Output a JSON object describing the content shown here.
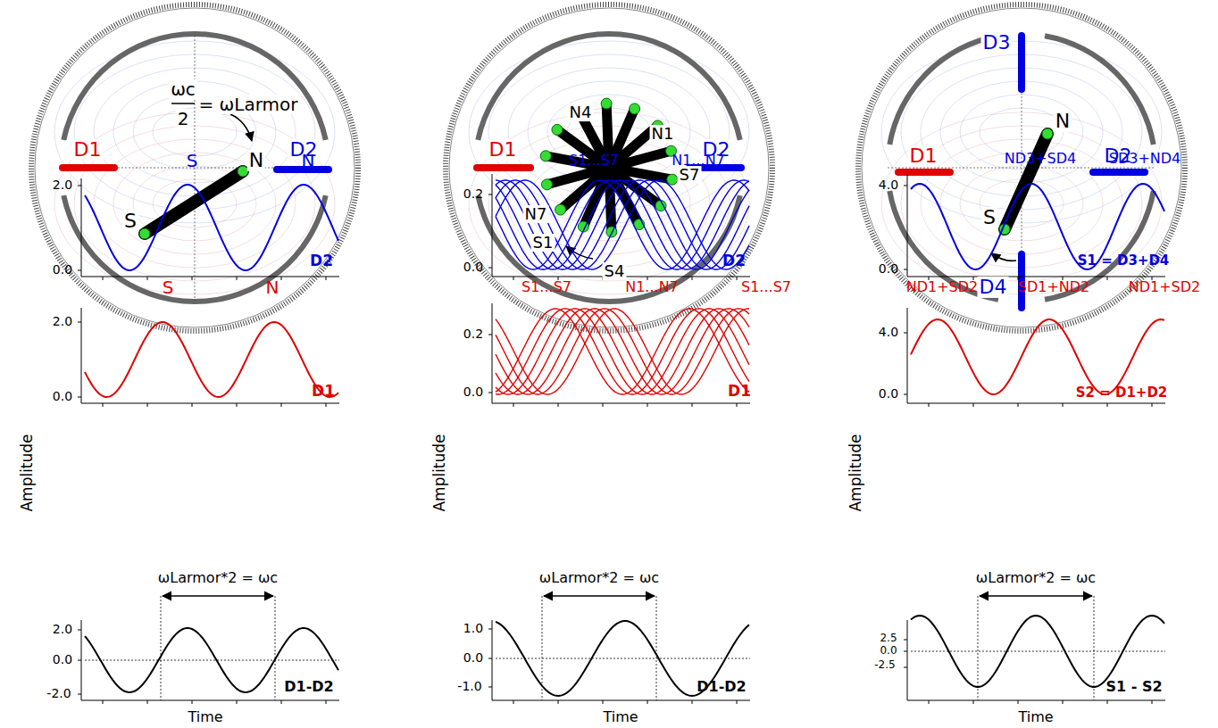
{
  "diagram": {
    "labels": [
      "D1",
      "D2",
      "ωc",
      "2",
      "= ωLarmor",
      "S",
      "N",
      "D1",
      "D2",
      "N4",
      "N1",
      "S7",
      "N7",
      "S1",
      "S4",
      "D3",
      "N",
      "D1",
      "D2",
      "S",
      "D4",
      "2.0",
      "0.0",
      "S",
      "N",
      "D2",
      "2.0",
      "0.0",
      "S",
      "N",
      "D1",
      "Amplitude",
      "2.0",
      "0.0",
      "-2.0",
      "ωLarmor*2 = ωc",
      "D1-D2",
      "Time",
      "0.2",
      "0.0",
      "S1...S7",
      "N1...N7",
      "D2",
      "0.2",
      "0.0",
      "S1...S7",
      "N1...N7",
      "S1...S7",
      "D1",
      "Amplitude",
      "1.0",
      "0.0",
      "-1.0",
      "ωLarmor*2 = ωc",
      "D1-D2",
      "Time",
      "4.0",
      "0.0",
      "ND3+SD4",
      "SD3+ND4",
      "S1 = D3+D4",
      "4.0",
      "0.0",
      "ND1+SD2",
      "SD1+ND2",
      "ND1+SD2",
      "S2 = D1+D2",
      "Amplitude",
      "2.5",
      "0.0",
      "-2.5",
      "ωLarmor*2 = ωc",
      "S1 - S2",
      "Time"
    ]
  }
}
